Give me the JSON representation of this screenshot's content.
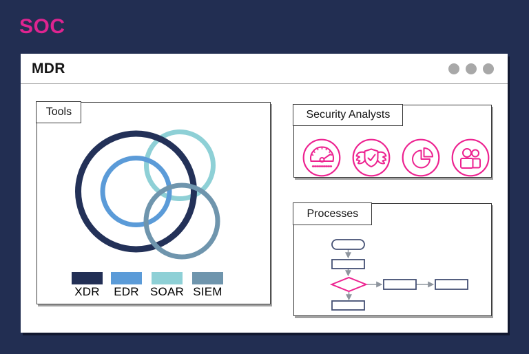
{
  "header": {
    "title": "SOC"
  },
  "window": {
    "title": "MDR"
  },
  "tools": {
    "label": "Tools",
    "venn_circles": [
      {
        "name": "SOAR",
        "color": "#8ed0d6"
      },
      {
        "name": "XDR",
        "color": "#233158"
      },
      {
        "name": "EDR",
        "color": "#5b9bd8"
      },
      {
        "name": "SIEM",
        "color": "#6f95ad"
      }
    ],
    "legend": [
      {
        "label": "XDR",
        "color": "#222f55"
      },
      {
        "label": "EDR",
        "color": "#5b9bd8"
      },
      {
        "label": "SOAR",
        "color": "#8ed0d6"
      },
      {
        "label": "SIEM",
        "color": "#6f95ad"
      }
    ]
  },
  "security_analysts": {
    "label": "Security Analysts",
    "accent": "#ed2290",
    "icons": [
      {
        "name": "gauge-icon"
      },
      {
        "name": "winged-shield-check-icon"
      },
      {
        "name": "pie-chart-icon"
      },
      {
        "name": "team-icon"
      }
    ]
  },
  "processes": {
    "label": "Processes",
    "node_color": "#434f73",
    "decision_color": "#ed2290",
    "arrow_color": "#8e959e",
    "flow_nodes": [
      "terminator",
      "process",
      "decision",
      "process",
      "process",
      "process"
    ]
  },
  "colors": {
    "background": "#222e52",
    "accent_pink": "#de2490",
    "window_bg": "#ffffff"
  }
}
